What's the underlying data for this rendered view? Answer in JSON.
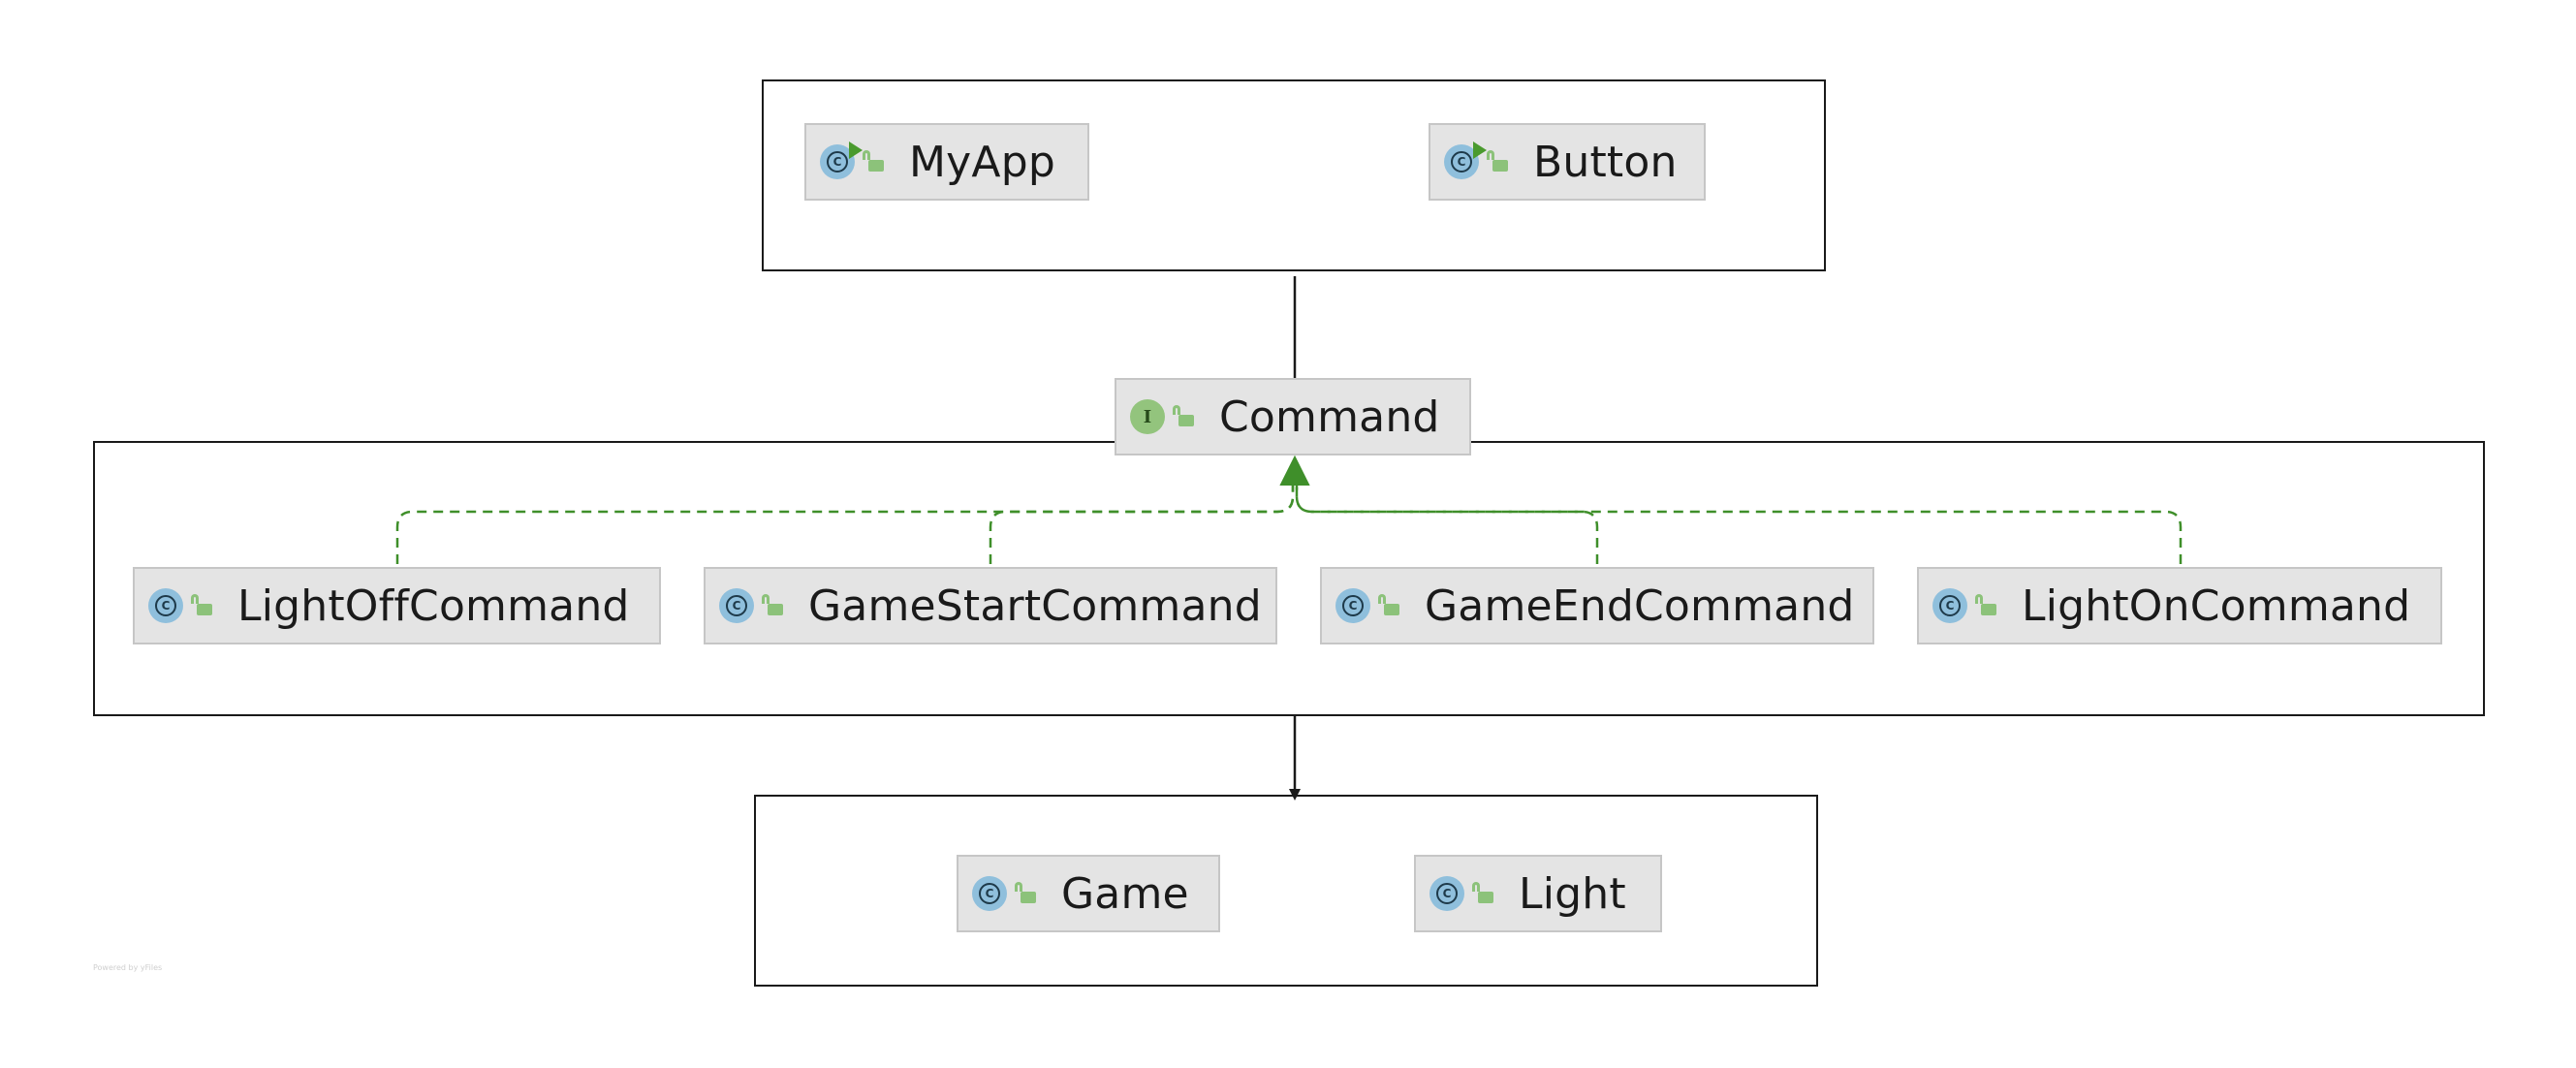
{
  "diagram": {
    "interface": {
      "name": "Command",
      "kind": "I"
    },
    "clients": [
      {
        "name": "MyApp",
        "kind": "C",
        "runnable": true
      },
      {
        "name": "Button",
        "kind": "C",
        "runnable": true
      }
    ],
    "implementations": [
      {
        "name": "LightOffCommand",
        "kind": "C"
      },
      {
        "name": "GameStartCommand",
        "kind": "C"
      },
      {
        "name": "GameEndCommand",
        "kind": "C"
      },
      {
        "name": "LightOnCommand",
        "kind": "C"
      }
    ],
    "receivers": [
      {
        "name": "Game",
        "kind": "C"
      },
      {
        "name": "Light",
        "kind": "C"
      }
    ],
    "watermark": "Powered by yFiles"
  },
  "colors": {
    "class_badge": "#8fbfdc",
    "interface_badge": "#93c47d",
    "visibility_lock": "#8cc27a",
    "realization_edge": "#3f8f2a",
    "association_edge": "#1a1a1a",
    "node_fill": "#e4e4e4",
    "node_border": "#c6c6c6"
  },
  "icons": {
    "class": "class-c-icon",
    "interface": "interface-i-icon",
    "runnable": "run-triangle-icon",
    "visibility": "public-lock-icon"
  }
}
